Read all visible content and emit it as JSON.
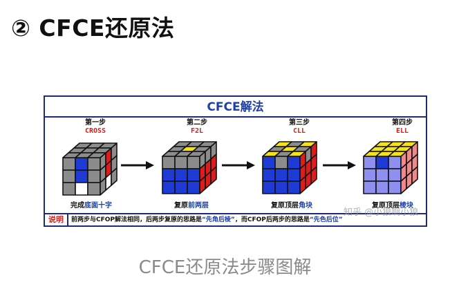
{
  "heading": "② CFCE还原法",
  "diagram": {
    "title": "CFCE解法",
    "steps": [
      {
        "step": "第一步",
        "method": "CROSS",
        "caption_plain": "完成",
        "caption_highlight": "底面十字"
      },
      {
        "step": "第二步",
        "method": "F2L",
        "caption_plain": "复原",
        "caption_highlight": "前两层"
      },
      {
        "step": "第三步",
        "method": "CLL",
        "caption_plain": "复原顶层",
        "caption_highlight": "角块"
      },
      {
        "step": "第四步",
        "method": "ELL",
        "caption_plain": "复原顶层",
        "caption_highlight": "棱块"
      }
    ],
    "note": {
      "label": "说明",
      "text_1": "前两步与CFOP解法相同，后两步复原的思路是",
      "highlight_1": "“先角后棱”",
      "text_2": "，而CFOP后两步的思路是",
      "highlight_2": "“先色后位”"
    }
  },
  "watermark": "知乎 @小狼啊小狼",
  "footer": "CFCE还原法步骤图解",
  "colors": {
    "blue": "#1f3bd6",
    "red": "#e01b1b",
    "yellow": "#f5e21a",
    "gray": "#8c8c8c",
    "white": "#ffffff",
    "light_blue": "#8f8ff0",
    "pink": "#f08a8a",
    "accent": "#1d3fa8"
  }
}
